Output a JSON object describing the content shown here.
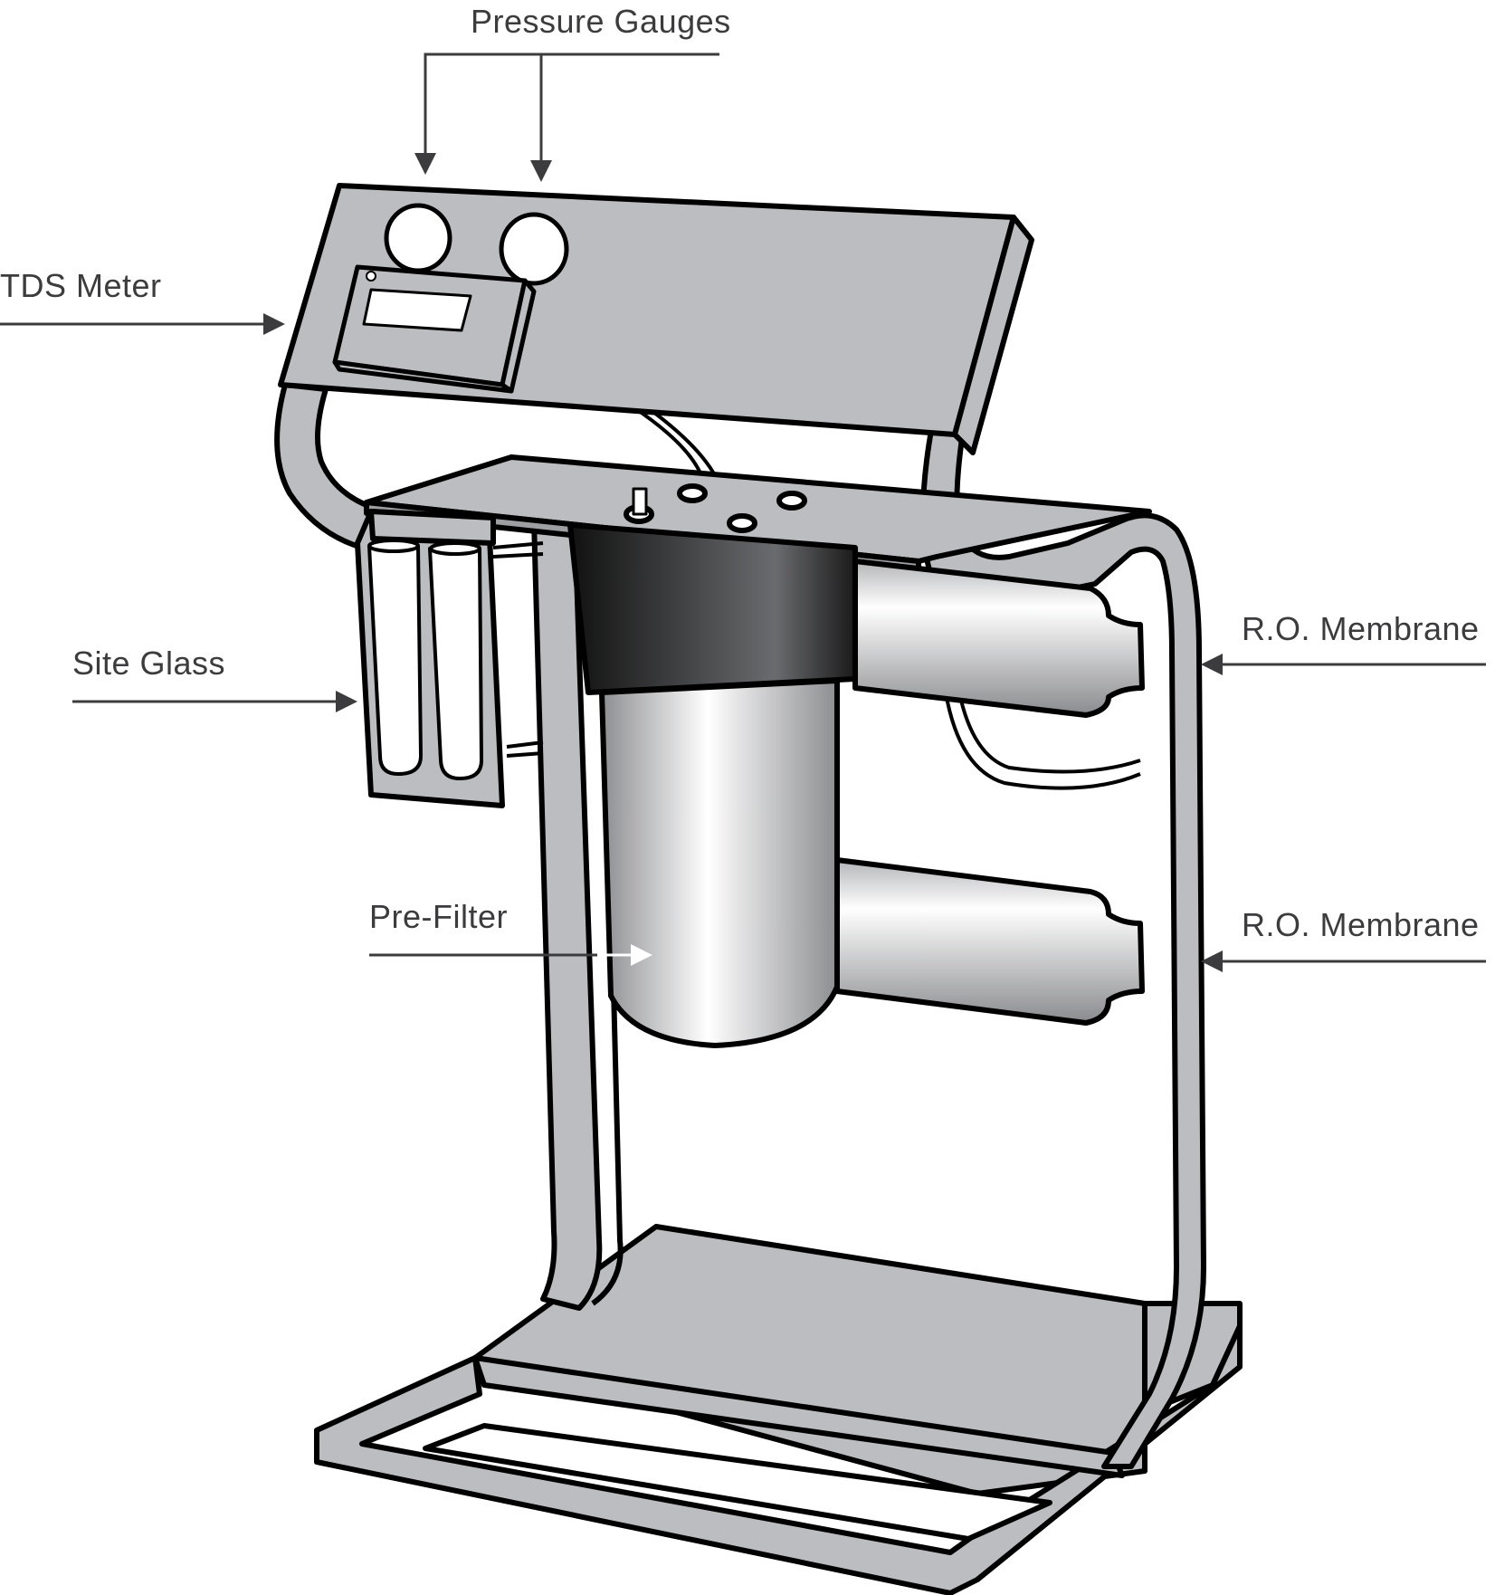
{
  "labels": {
    "pressure_gauges": "Pressure Gauges",
    "tds_meter": "TDS Meter",
    "site_glass": "Site Glass",
    "pre_filter": "Pre-Filter",
    "ro_membrane_top": "R.O. Membrane",
    "ro_membrane_bottom": "R.O. Membrane"
  },
  "colors": {
    "frame_gray": "#bcbdc0",
    "outline": "#000000",
    "arrow": "#3c3c3e",
    "filter_cap": "#1e1e1e",
    "background": "#ffffff"
  }
}
